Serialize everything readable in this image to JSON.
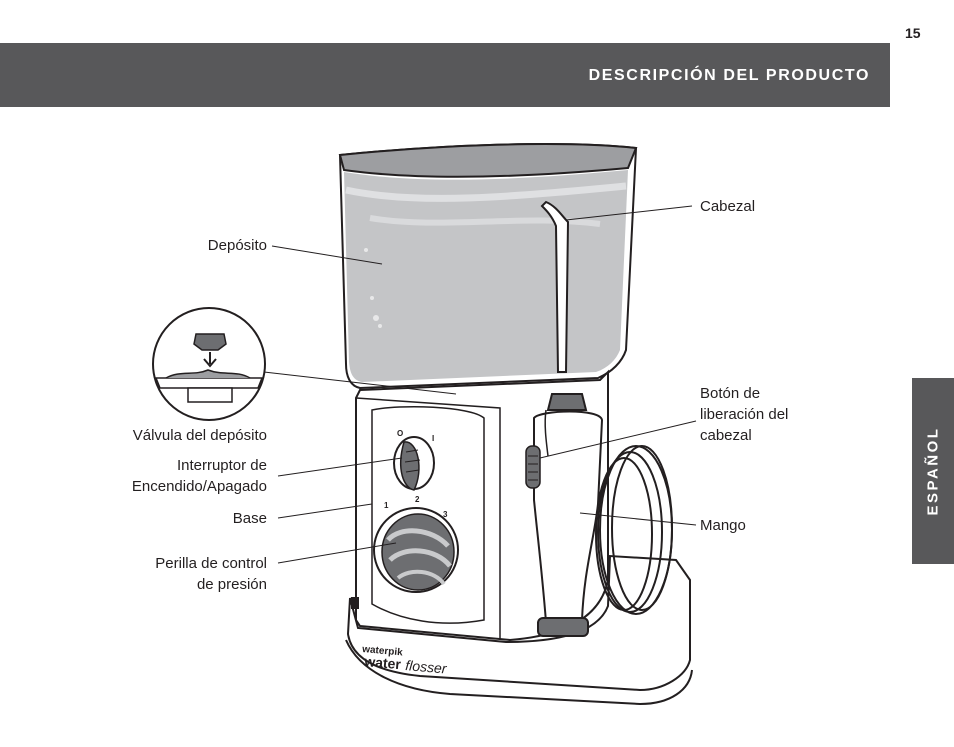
{
  "page_number": "15",
  "header": {
    "title": "DESCRIPCIÓN DEL PRODUCTO"
  },
  "side_tab": {
    "label": "ESPAÑOL"
  },
  "labels": {
    "deposito": "Depósito",
    "valvula": "Válvula del depósito",
    "interruptor_1": "Interruptor de",
    "interruptor_2": "Encendido/Apagado",
    "base": "Base",
    "perilla_1": "Perilla de control",
    "perilla_2": "de presión",
    "cabezal": "Cabezal",
    "boton_1": "Botón de",
    "boton_2": "liberación del",
    "boton_3": "cabezal",
    "mango": "Mango"
  },
  "device": {
    "brand": "waterpik",
    "product_bold": "water",
    "product_italic": "flosser",
    "switch_off": "O",
    "switch_on": "I",
    "dial_1": "1",
    "dial_2": "2",
    "dial_3": "3"
  },
  "colors": {
    "header_bg": "#58585a",
    "water": "#c4c5c7",
    "outline": "#231f20"
  }
}
